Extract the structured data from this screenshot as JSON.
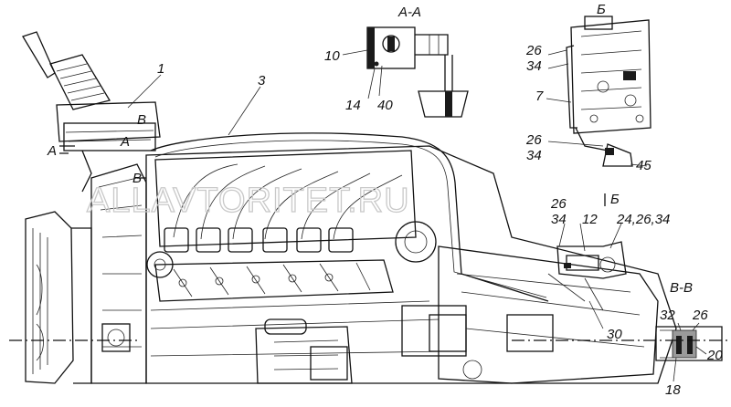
{
  "watermark": "ALLAVTORITET.RU",
  "section_titles": {
    "aa": "А-А",
    "bb": "Б",
    "bb_arrow": "Б",
    "vv": "В-В",
    "a_left": "А",
    "a_mid": "А",
    "b_box": "В",
    "b_low": "В"
  },
  "callouts": {
    "c1": "1",
    "c3": "3",
    "c10": "10",
    "c14": "14",
    "c40": "40",
    "c26_top": "26",
    "c34_top": "34",
    "c7": "7",
    "c26_mid": "26",
    "c34_mid": "34",
    "c45": "45",
    "c26_low": "26",
    "c34_low": "34",
    "c12": "12",
    "c24_26_34": "24,26,34",
    "c30": "30",
    "c32": "32",
    "c26_vv": "26",
    "c20": "20",
    "c18": "18"
  }
}
